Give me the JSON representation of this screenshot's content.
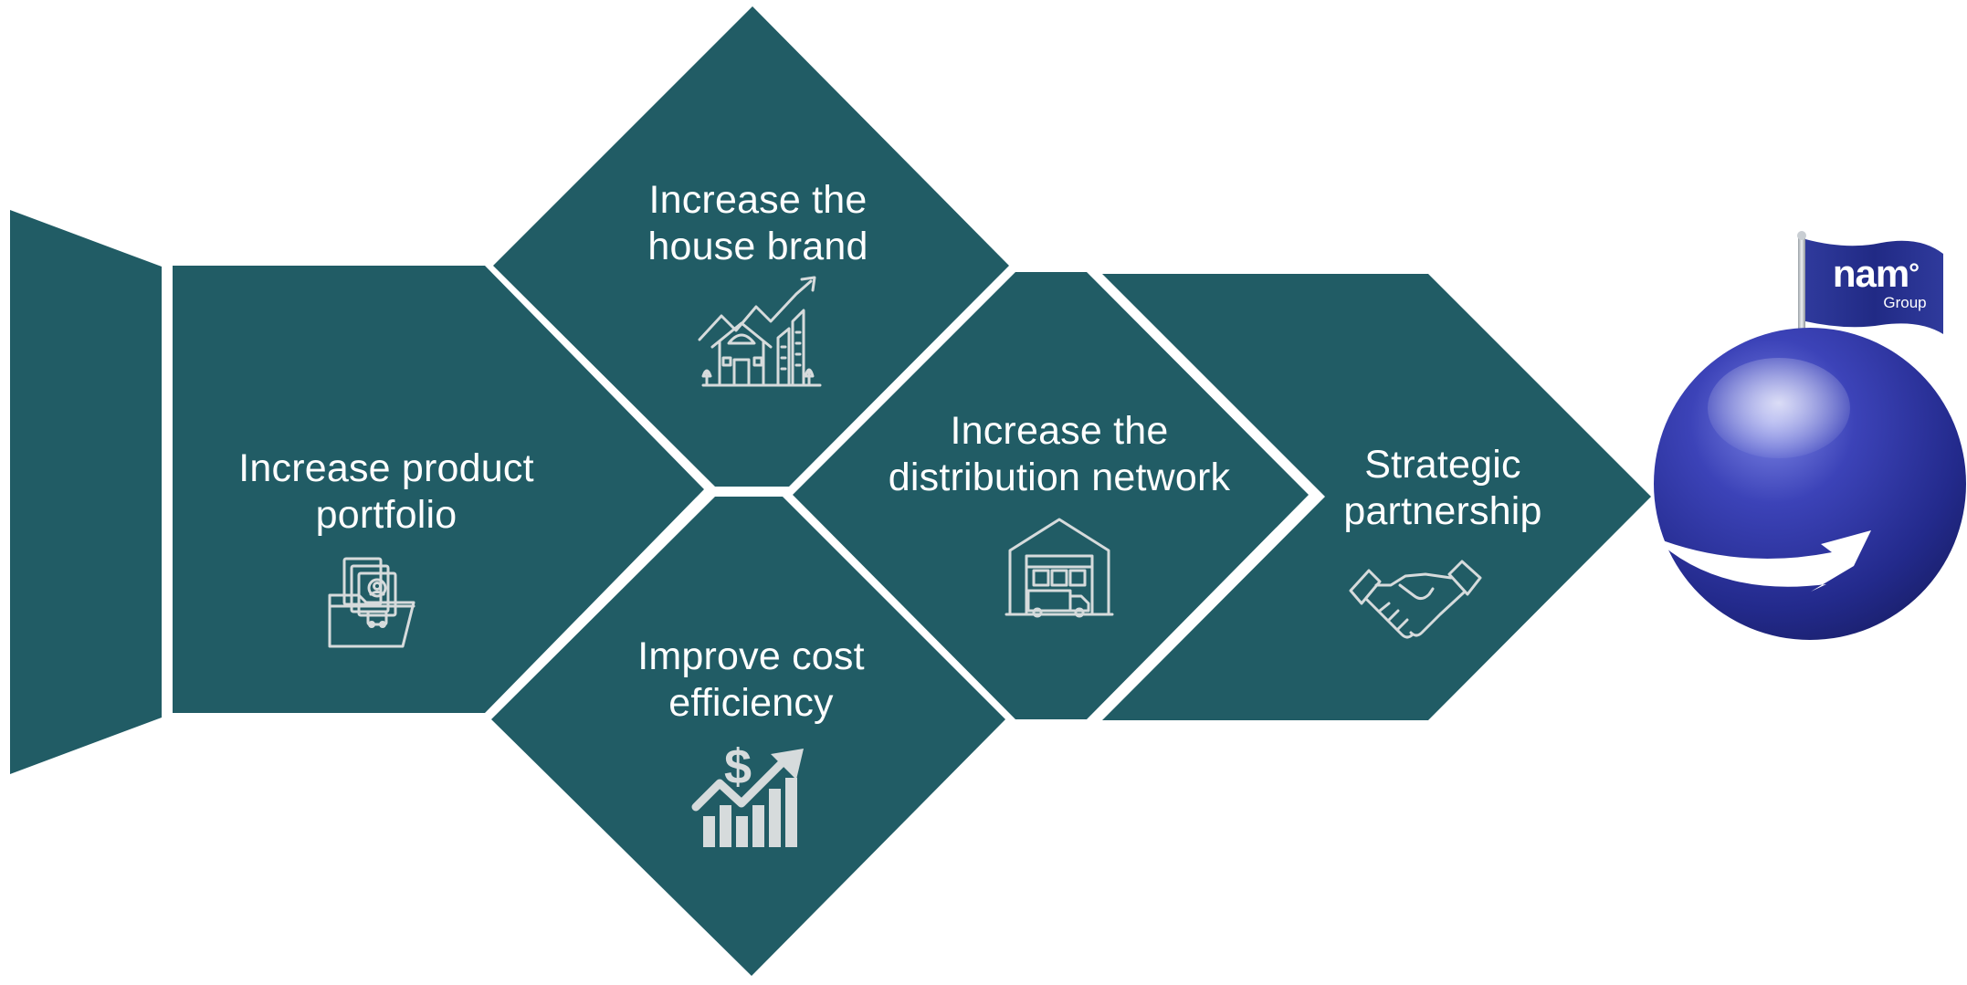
{
  "diagram": {
    "fill_color": "#215c65",
    "text_color": "#ffffff",
    "icon_color": "#d6dbdc",
    "steps": [
      {
        "id": "product",
        "lines": [
          "Increase product",
          "portfolio"
        ],
        "icon": "folder-portfolio-icon"
      },
      {
        "id": "brand",
        "lines": [
          "Increase the",
          "house brand"
        ],
        "icon": "house-growth-icon"
      },
      {
        "id": "cost",
        "lines": [
          "Improve cost",
          "efficiency"
        ],
        "icon": "dollar-growth-chart-icon"
      },
      {
        "id": "distribution",
        "lines": [
          "Increase the",
          "distribution network"
        ],
        "icon": "warehouse-truck-icon"
      },
      {
        "id": "partnership",
        "lines": [
          "Strategic",
          "partnership"
        ],
        "icon": "handshake-icon"
      }
    ]
  },
  "logo": {
    "brand": "nam",
    "degree": "°",
    "subtitle": "Group",
    "sphere_color": "#2a2f9a",
    "flag_color": "#27318c"
  }
}
